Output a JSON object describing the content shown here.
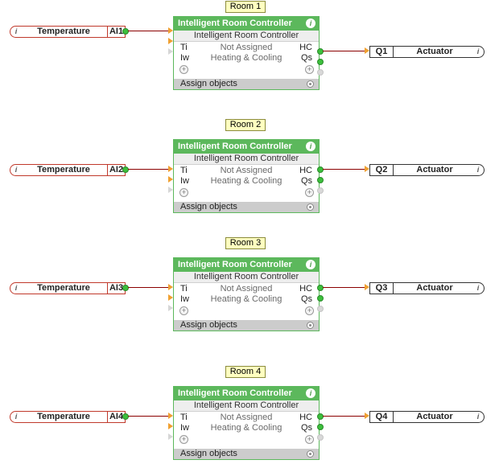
{
  "rooms": [
    {
      "label": "Room 1",
      "input": {
        "info": "i",
        "name": "Temperature",
        "id": "AI1"
      },
      "controller": {
        "title": "Intelligent Room Controller",
        "info": "i",
        "subtitle": "Intelligent Room Controller",
        "rows": [
          {
            "pin_in": "Ti",
            "middle": "Not Assigned",
            "pin_out": "HC"
          },
          {
            "pin_in": "Iw",
            "middle": "Heating & Cooling",
            "pin_out": "Qs"
          }
        ],
        "add": "+",
        "footer": "Assign objects"
      },
      "output": {
        "id": "Q1",
        "name": "Actuator",
        "info": "i"
      }
    },
    {
      "label": "Room 2",
      "input": {
        "info": "i",
        "name": "Temperature",
        "id": "AI2"
      },
      "controller": {
        "title": "Intelligent Room Controller",
        "info": "i",
        "subtitle": "Intelligent Room Controller",
        "rows": [
          {
            "pin_in": "Ti",
            "middle": "Not Assigned",
            "pin_out": "HC"
          },
          {
            "pin_in": "Iw",
            "middle": "Heating & Cooling",
            "pin_out": "Qs"
          }
        ],
        "add": "+",
        "footer": "Assign objects"
      },
      "output": {
        "id": "Q2",
        "name": "Actuator",
        "info": "i"
      }
    },
    {
      "label": "Room 3",
      "input": {
        "info": "i",
        "name": "Temperature",
        "id": "AI3"
      },
      "controller": {
        "title": "Intelligent Room Controller",
        "info": "i",
        "subtitle": "Intelligent Room Controller",
        "rows": [
          {
            "pin_in": "Ti",
            "middle": "Not Assigned",
            "pin_out": "HC"
          },
          {
            "pin_in": "Iw",
            "middle": "Heating & Cooling",
            "pin_out": "Qs"
          }
        ],
        "add": "+",
        "footer": "Assign objects"
      },
      "output": {
        "id": "Q3",
        "name": "Actuator",
        "info": "i"
      }
    },
    {
      "label": "Room 4",
      "input": {
        "info": "i",
        "name": "Temperature",
        "id": "AI4"
      },
      "controller": {
        "title": "Intelligent Room Controller",
        "info": "i",
        "subtitle": "Intelligent Room Controller",
        "rows": [
          {
            "pin_in": "Ti",
            "middle": "Not Assigned",
            "pin_out": "HC"
          },
          {
            "pin_in": "Iw",
            "middle": "Heating & Cooling",
            "pin_out": "Qs"
          }
        ],
        "add": "+",
        "footer": "Assign objects"
      },
      "output": {
        "id": "Q4",
        "name": "Actuator",
        "info": "i"
      }
    }
  ],
  "colors": {
    "controller_green": "#5cb85c",
    "input_border": "#c0392b",
    "wire": "#8b0000",
    "port_orange": "#f0a030",
    "label_yellow": "#ffffc0"
  }
}
